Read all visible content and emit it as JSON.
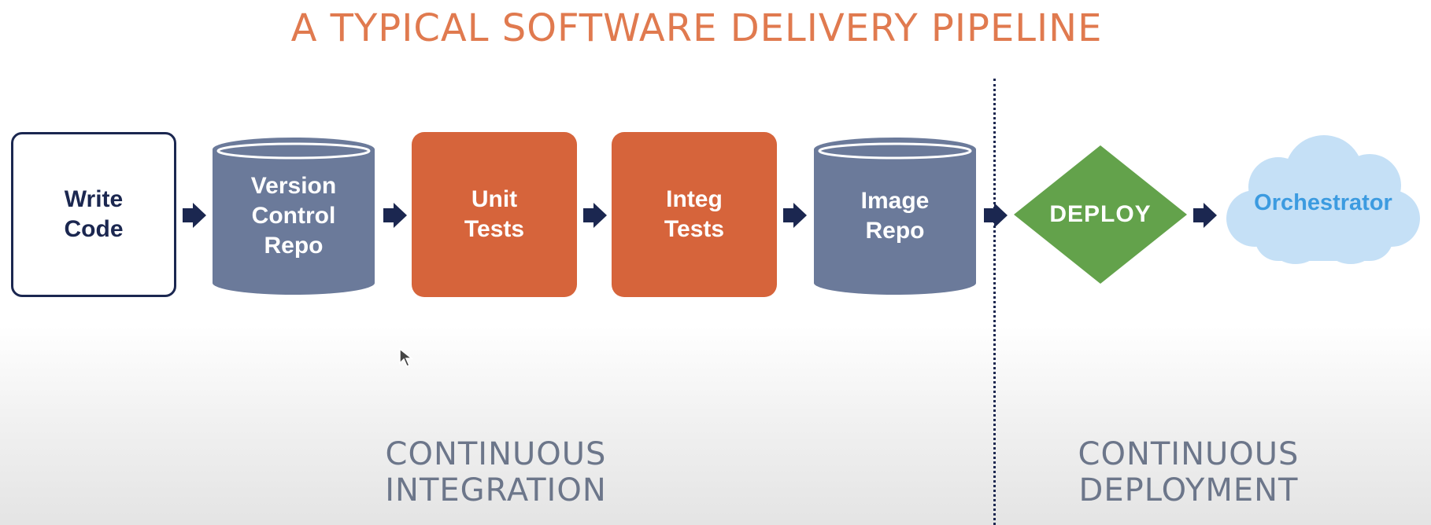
{
  "title": "A TYPICAL SOFTWARE DELIVERY PIPELINE",
  "colors": {
    "title": "#e07a4f",
    "outline": "#1b2750",
    "repo_gray": "#6b7a9a",
    "test_orange": "#d6643b",
    "deploy_green": "#63a24b",
    "cloud_fill": "#c5e0f6",
    "cloud_text": "#3c9be0",
    "phase_text": "#6c768a"
  },
  "pipeline": {
    "write_code": {
      "line1": "Write",
      "line2": "Code"
    },
    "version_control": {
      "line1": "Version",
      "line2": "Control",
      "line3": "Repo"
    },
    "unit_tests": {
      "line1": "Unit",
      "line2": "Tests"
    },
    "integ_tests": {
      "line1": "Integ",
      "line2": "Tests"
    },
    "image_repo": {
      "line1": "Image",
      "line2": "Repo"
    },
    "deploy": {
      "label": "DEPLOY"
    },
    "orchestrator": {
      "label": "Orchestrator"
    }
  },
  "phases": {
    "ci": {
      "line1": "CONTINUOUS",
      "line2": "INTEGRATION"
    },
    "cd": {
      "line1": "CONTINUOUS",
      "line2": "DEPLOYMENT"
    }
  }
}
